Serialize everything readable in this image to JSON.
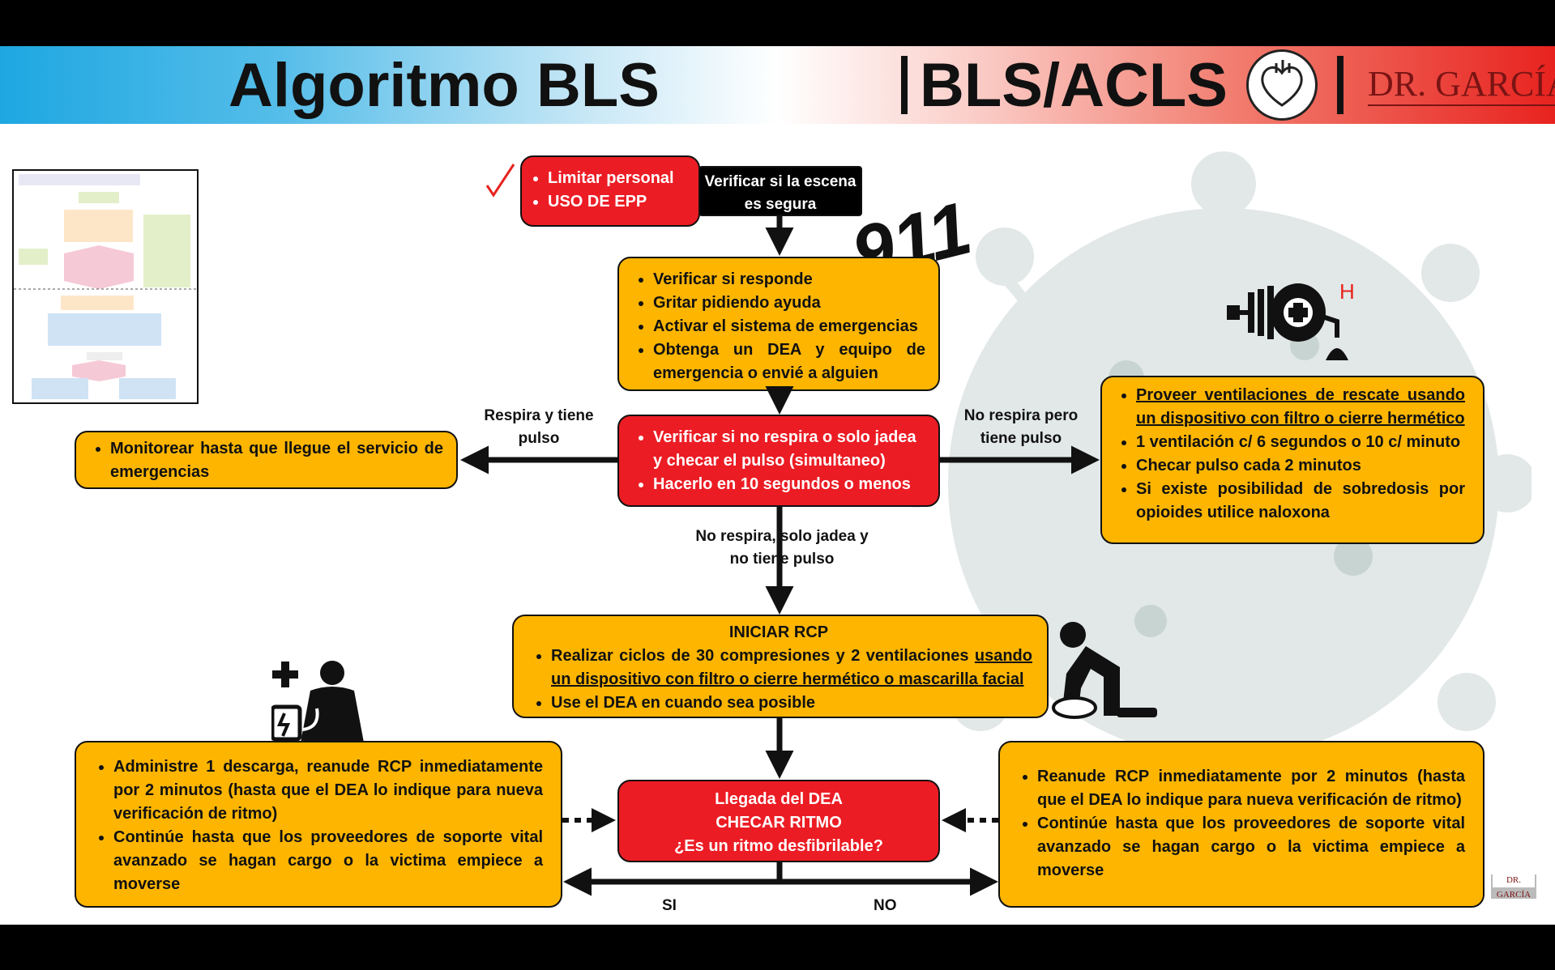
{
  "header": {
    "title_left": "Algoritmo BLS",
    "title_right": "BLS/ACLS",
    "brand": "DR. GARCÍA"
  },
  "scene_check": {
    "items": [
      "Limitar personal",
      "USO DE EPP"
    ],
    "verify": "Verificar si la escena es segura"
  },
  "call_911": "911",
  "initial_actions": [
    "Verificar si responde",
    "Gritar pidiendo ayuda",
    "Activar el sistema de emergencias",
    "Obtenga un DEA y equipo de emergencia o envié a alguien"
  ],
  "check_breathing": [
    "Verificar si no respira o solo jadea y checar el pulso (simultaneo)",
    "Hacerlo en 10 segundos o menos"
  ],
  "labels": {
    "breathes_pulse": "Respira y tiene pulso",
    "no_breath_pulse": "No respira pero tiene pulso",
    "no_breath_no_pulse": "No respira, solo jadea y no tiene pulso",
    "yes": "SI",
    "no": "NO"
  },
  "monitor": "Monitorear hasta que llegue el servicio de emergencias",
  "rescue_breaths": {
    "item1": "Proveer ventilaciones de rescate usando un dispositivo con filtro o cierre hermético",
    "item2": "1 ventilación c/ 6 segundos o 10 c/ minuto",
    "item3": "Checar pulso cada 2 minutos",
    "item4": "Si existe posibilidad de sobredosis por opioides utilice naloxona"
  },
  "cpr": {
    "title": "INICIAR RCP",
    "item1_plain": "Realizar ciclos de 30 compresiones y 2 ventilaciones",
    "item1_underlined": "usando un dispositivo con filtro o cierre hermético o mascarilla facial",
    "item2": "Use el DEA en cuando sea posible"
  },
  "aed": {
    "line1": "Llegada del DEA",
    "line2": "CHECAR RITMO",
    "line3": "¿Es un ritmo desfibrilable?"
  },
  "shockable": [
    "Administre 1 descarga, reanude RCP inmediatamente por 2 minutos (hasta que el DEA lo indique para nueva verificación de ritmo)",
    "Continúe hasta que los proveedores de soporte vital avanzado se hagan cargo o la victima empiece a moverse"
  ],
  "non_shockable": [
    "Reanude RCP inmediatamente por 2 minutos (hasta que el DEA lo indique para nueva verificación de ritmo)",
    "Continúe hasta que los proveedores de soporte vital avanzado se hagan cargo o la victima empiece a moverse"
  ],
  "colors": {
    "orange": "#fdb500",
    "red": "#ec1c24",
    "black": "#000000"
  },
  "icons": [
    "checkmark-icon",
    "heart-icon",
    "bag-valve-mask-icon",
    "cpr-person-icon",
    "medic-defibrillator-icon",
    "virus-background"
  ]
}
